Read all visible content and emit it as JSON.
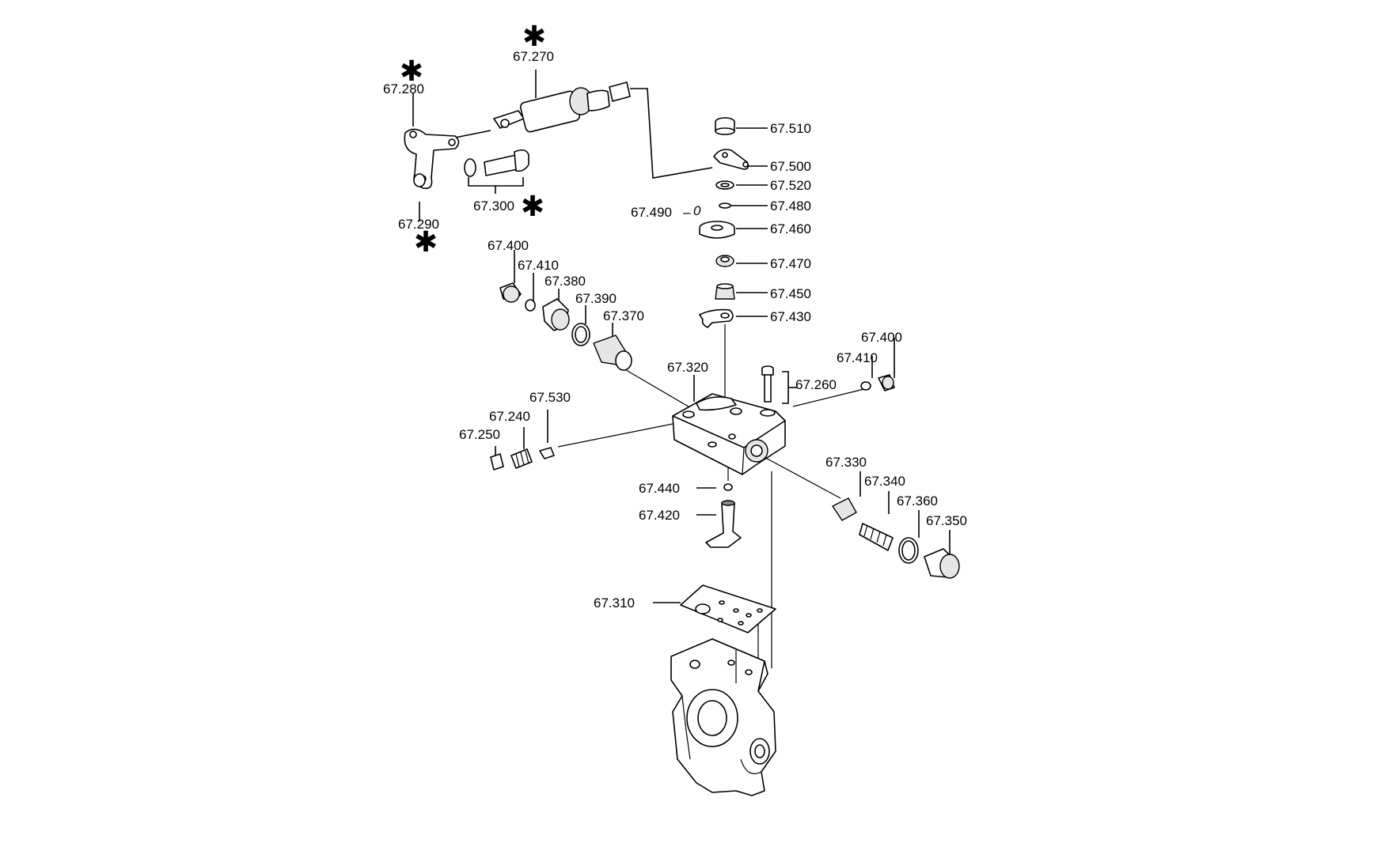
{
  "parts": {
    "p67270": "67.270",
    "p67280": "67.280",
    "p67290": "67.290",
    "p67300": "67.300",
    "p67510": "67.510",
    "p67500": "67.500",
    "p67520": "67.520",
    "p67490": "67.490",
    "p67480": "67.480",
    "p67460": "67.460",
    "p67470": "67.470",
    "p67450": "67.450",
    "p67430": "67.430",
    "p67400a": "67.400",
    "p67410a": "67.410",
    "p67380": "67.380",
    "p67390": "67.390",
    "p67370": "67.370",
    "p67320": "67.320",
    "p67400b": "67.400",
    "p67410b": "67.410",
    "p67260": "67.260",
    "p67530": "67.530",
    "p67240": "67.240",
    "p67250": "67.250",
    "p67330": "67.330",
    "p67340": "67.340",
    "p67360": "67.360",
    "p67350": "67.350",
    "p67440": "67.440",
    "p67420": "67.420",
    "p67310": "67.310"
  },
  "marks": {
    "asterisk": "✱",
    "o_ring_symbol": "0"
  }
}
